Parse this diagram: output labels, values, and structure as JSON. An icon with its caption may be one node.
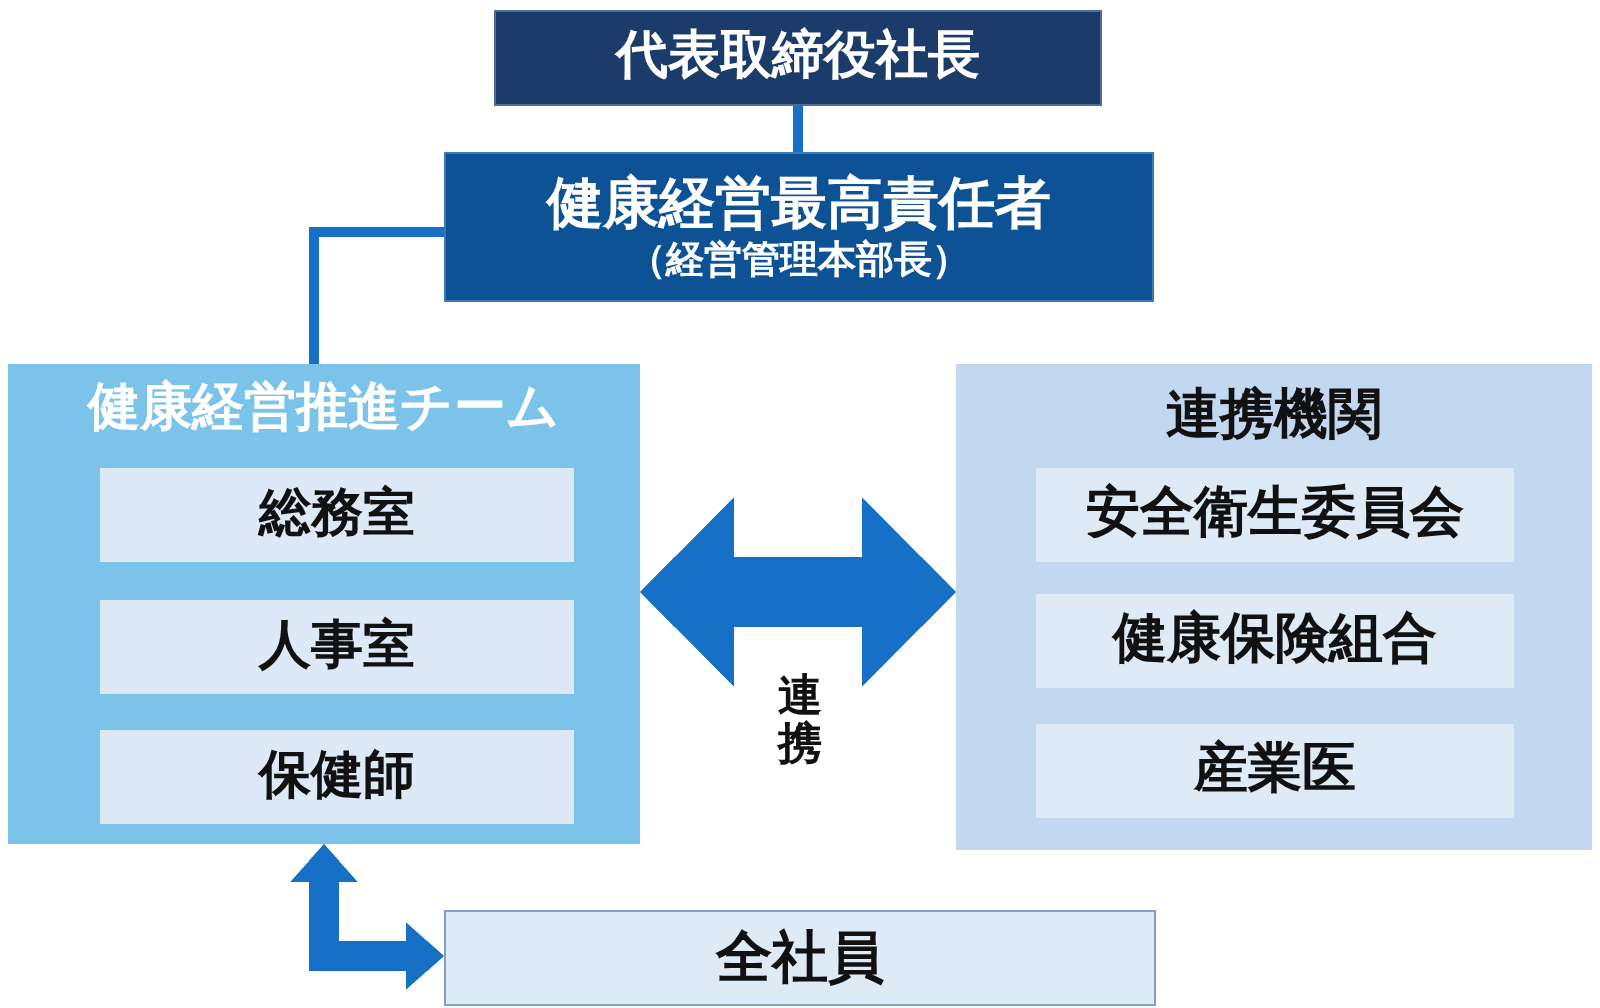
{
  "diagram": {
    "nodes": [
      {
        "text": [
          "代表取締役社長"
        ]
      },
      {
        "text": [
          "健康経営最高責任者",
          "（経営管理本部長）"
        ]
      },
      {
        "text": [
          "健康経営推進チーム"
        ]
      },
      {
        "text": [
          "総務室"
        ],
        "in": 2
      },
      {
        "text": [
          "人事室"
        ],
        "in": 2
      },
      {
        "text": [
          "保健師"
        ],
        "in": 2
      },
      {
        "text": [
          "連携機関"
        ]
      },
      {
        "text": [
          "安全衛生委員会"
        ],
        "in": 6
      },
      {
        "text": [
          "健康保険組合"
        ],
        "in": 6
      },
      {
        "text": [
          "産業医"
        ],
        "in": 6
      },
      {
        "text": [
          "全社員"
        ]
      }
    ],
    "edges": [
      {
        "from": 0,
        "to": 1,
        "arrow": "none"
      },
      {
        "from": 1,
        "to": 2,
        "arrow": "none"
      },
      {
        "from": 2,
        "to": 6,
        "arrow": "both",
        "label": "連携",
        "style": "thick"
      },
      {
        "from": 2,
        "to": 10,
        "arrow": "both",
        "style": "thick"
      }
    ]
  }
}
